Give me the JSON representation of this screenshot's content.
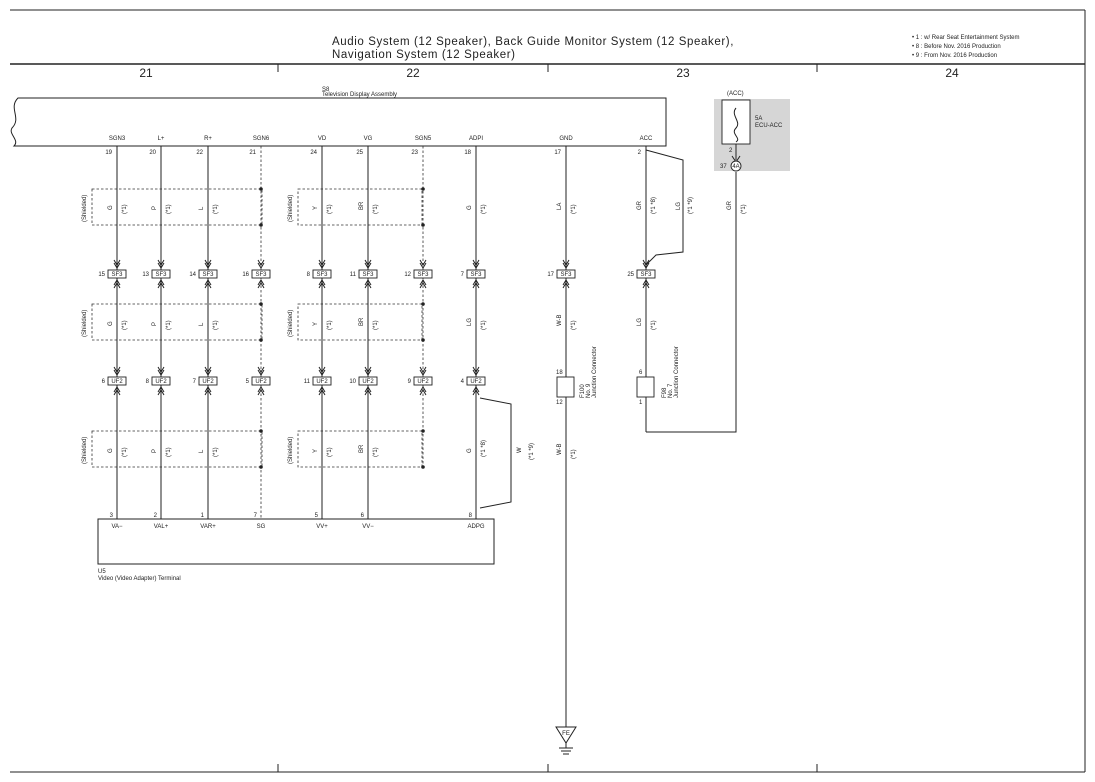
{
  "title": {
    "line1": "Audio System (12 Speaker),  Back Guide Monitor System (12 Speaker),",
    "line2": "Navigation System (12 Speaker)"
  },
  "notes": [
    "• 1 : w/ Rear Seat Entertainment System",
    "• 8 : Before Nov.  2016 Production",
    "• 9 : From Nov.  2016 Production"
  ],
  "grid_columns": [
    "21",
    "22",
    "23",
    "24"
  ],
  "shielded_label": "(Shielded)",
  "components": {
    "s8": {
      "code": "S8",
      "name": "Television Display Assembly"
    },
    "u5": {
      "code": "U5",
      "name": "Video (Video Adapter) Terminal"
    },
    "fuse": {
      "supply": "(ACC)",
      "rating": "5A",
      "name": "ECU-ACC",
      "pin": "2",
      "junction_pin": "37",
      "junction_id": "4A"
    },
    "f100": {
      "code": "F100",
      "no": "No.  9",
      "name": "Junction Connector",
      "pin_top": "18",
      "pin_bottom": "12"
    },
    "f98": {
      "code": "F98",
      "no": "No.  7",
      "name": "Junction Connector",
      "pin_top": "6",
      "pin_bottom": "1"
    },
    "ground": {
      "label": "FE"
    }
  },
  "connectors": {
    "c1": "SF3",
    "c2": "UF2"
  },
  "wires": [
    {
      "s8_sig": "SGN3",
      "s8_pin": "19",
      "c1_pin": "15",
      "c2_pin": "6",
      "u5_pin": "3",
      "u5_sig": "VA−",
      "color1": "G",
      "color2": "G",
      "color3": "G",
      "note": "(*1)"
    },
    {
      "s8_sig": "L+",
      "s8_pin": "20",
      "c1_pin": "13",
      "c2_pin": "8",
      "u5_pin": "2",
      "u5_sig": "VAL+",
      "color1": "P",
      "color2": "P",
      "color3": "P",
      "note": "(*1)"
    },
    {
      "s8_sig": "R+",
      "s8_pin": "22",
      "c1_pin": "14",
      "c2_pin": "7",
      "u5_pin": "1",
      "u5_sig": "VAR+",
      "color1": "L",
      "color2": "L",
      "color3": "L",
      "note": "(*1)"
    },
    {
      "s8_sig": "SGN6",
      "s8_pin": "21",
      "c1_pin": "16",
      "c2_pin": "5",
      "u5_pin": "7",
      "u5_sig": "SG",
      "color1": "",
      "color2": "",
      "color3": "",
      "note": ""
    },
    {
      "s8_sig": "VD",
      "s8_pin": "24",
      "c1_pin": "8",
      "c2_pin": "11",
      "u5_pin": "5",
      "u5_sig": "VV+",
      "color1": "Y",
      "color2": "Y",
      "color3": "Y",
      "note": "(*1)"
    },
    {
      "s8_sig": "VG",
      "s8_pin": "25",
      "c1_pin": "11",
      "c2_pin": "10",
      "u5_pin": "6",
      "u5_sig": "VV−",
      "color1": "BR",
      "color2": "BR",
      "color3": "BR",
      "note": "(*1)"
    },
    {
      "s8_sig": "SGN5",
      "s8_pin": "23",
      "c1_pin": "12",
      "c2_pin": "9",
      "u5_pin": "",
      "u5_sig": "",
      "color1": "",
      "color2": "",
      "color3": "",
      "note": ""
    },
    {
      "s8_sig": "ADPI",
      "s8_pin": "18",
      "c1_pin": "7",
      "c2_pin": "4",
      "u5_pin": "8",
      "u5_sig": "ADPG",
      "color1": "G",
      "color2": "LG",
      "color3": "G",
      "note": "(*1)",
      "note3": "(*1 *8)",
      "branch_color": "W",
      "branch_note": "(*1 *9)"
    },
    {
      "s8_sig": "GND",
      "s8_pin": "17",
      "c1_pin": "17",
      "color1": "LA",
      "color2": "W-B",
      "color3": "W-B",
      "note": "(*1)"
    },
    {
      "s8_sig": "ACC",
      "s8_pin": "2",
      "c1_pin": "25",
      "color1": "GR",
      "note1": "(*1 *8)",
      "branch_color": "LG",
      "branch_note": "(*1 *9)",
      "color2": "LG",
      "note": "(*1)"
    },
    {
      "color1": "GR",
      "note": "(*1)"
    }
  ]
}
